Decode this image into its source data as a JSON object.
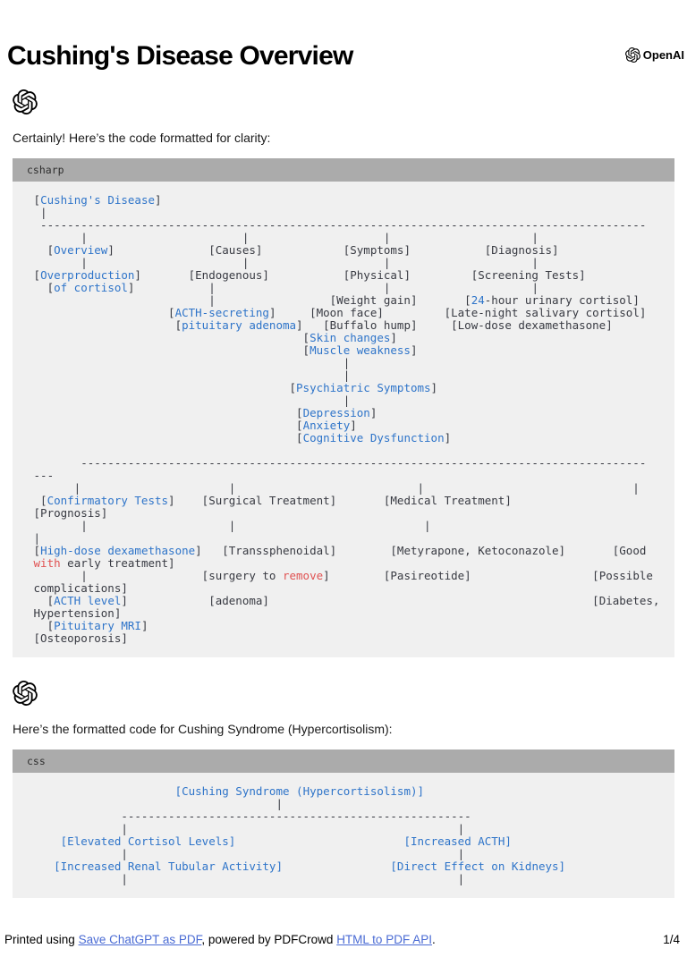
{
  "page": {
    "brand_label": "OpenAI",
    "title": "Cushing's Disease Overview",
    "footer": {
      "prefix": "Printed using ",
      "link1": "Save ChatGPT as PDF",
      "middle": ", powered by PDFCrowd ",
      "link2": "HTML to PDF API",
      "suffix": ".",
      "page_indicator": "1/4"
    }
  },
  "colors": {
    "code_blue": "#2e74c9",
    "code_red": "#e05252",
    "code_text": "#383a42",
    "code_bg": "#f0f0f0",
    "code_header_bg": "#ababab",
    "link_blue": "#4a6bd4"
  },
  "messages": [
    {
      "intro": "Certainly! Here’s the code formatted for clarity:",
      "code": {
        "language": "csharp",
        "lines": [
          [
            {
              "t": " [",
              "c": null
            },
            {
              "t": "Cushing's Disease",
              "c": "b"
            },
            {
              "t": "]",
              "c": null
            }
          ],
          [
            {
              "t": "  |",
              "c": null
            }
          ],
          [
            {
              "t": "  ------------------------------------------------------------------------------------------",
              "c": null
            }
          ],
          [
            {
              "t": "        |                       |                    |                     |",
              "c": null
            }
          ],
          [
            {
              "t": "   [",
              "c": null
            },
            {
              "t": "Overview",
              "c": "b"
            },
            {
              "t": "]              [Causes]            [Symptoms]           [Diagnosis]",
              "c": null
            }
          ],
          [
            {
              "t": "        |                       |                    |                     |",
              "c": null
            }
          ],
          [
            {
              "t": " [",
              "c": null
            },
            {
              "t": "Overproduction",
              "c": "b"
            },
            {
              "t": "]       [Endogenous]           [Physical]         [Screening Tests]",
              "c": null
            }
          ],
          [
            {
              "t": "   [",
              "c": null
            },
            {
              "t": "of cortisol",
              "c": "b"
            },
            {
              "t": "]           |                         |                     |",
              "c": null
            }
          ],
          [
            {
              "t": "                           |                 [Weight gain]       [",
              "c": null
            },
            {
              "t": "24",
              "c": "b"
            },
            {
              "t": "-hour urinary cortisol]",
              "c": null
            }
          ],
          [
            {
              "t": "                     [",
              "c": null
            },
            {
              "t": "ACTH-secreting",
              "c": "b"
            },
            {
              "t": "]     [Moon face]         [Late-night salivary cortisol]",
              "c": null
            }
          ],
          [
            {
              "t": "                      [",
              "c": null
            },
            {
              "t": "pituitary adenoma",
              "c": "b"
            },
            {
              "t": "]   [Buffalo hump]     [Low-dose dexamethasone]",
              "c": null
            }
          ],
          [
            {
              "t": "                                         [",
              "c": null
            },
            {
              "t": "Skin changes",
              "c": "b"
            },
            {
              "t": "]",
              "c": null
            }
          ],
          [
            {
              "t": "                                         [",
              "c": null
            },
            {
              "t": "Muscle weakness",
              "c": "b"
            },
            {
              "t": "]",
              "c": null
            }
          ],
          [
            {
              "t": "                                               |",
              "c": null
            }
          ],
          [
            {
              "t": "                                               |",
              "c": null
            }
          ],
          [
            {
              "t": "                                       [",
              "c": null
            },
            {
              "t": "Psychiatric Symptoms",
              "c": "b"
            },
            {
              "t": "]",
              "c": null
            }
          ],
          [
            {
              "t": "                                               |",
              "c": null
            }
          ],
          [
            {
              "t": "                                        [",
              "c": null
            },
            {
              "t": "Depression",
              "c": "b"
            },
            {
              "t": "]",
              "c": null
            }
          ],
          [
            {
              "t": "                                        [",
              "c": null
            },
            {
              "t": "Anxiety",
              "c": "b"
            },
            {
              "t": "]",
              "c": null
            }
          ],
          [
            {
              "t": "                                        [",
              "c": null
            },
            {
              "t": "Cognitive Dysfunction",
              "c": "b"
            },
            {
              "t": "]",
              "c": null
            }
          ],
          [
            {
              "t": "",
              "c": null
            }
          ],
          [
            {
              "t": "        ------------------------------------------------------------------------------------",
              "c": null
            }
          ],
          [
            {
              "t": " ---",
              "c": null
            }
          ],
          [
            {
              "t": "       |                      |                           |                               |",
              "c": null
            }
          ],
          [
            {
              "t": "  [",
              "c": null
            },
            {
              "t": "Confirmatory Tests",
              "c": "b"
            },
            {
              "t": "]    [Surgical Treatment]       [Medical Treatment]",
              "c": null
            }
          ],
          [
            {
              "t": " [Prognosis]",
              "c": null
            }
          ],
          [
            {
              "t": "        |                     |                            |",
              "c": null
            }
          ],
          [
            {
              "t": " |",
              "c": null
            }
          ],
          [
            {
              "t": " [",
              "c": null
            },
            {
              "t": "High-dose dexamethasone",
              "c": "b"
            },
            {
              "t": "]   [Transsphenoidal]        [Metyrapone, Ketoconazole]       [Good",
              "c": null
            }
          ],
          [
            {
              "t": " ",
              "c": null
            },
            {
              "t": "with",
              "c": "r"
            },
            {
              "t": " early treatment]",
              "c": null
            }
          ],
          [
            {
              "t": "        |                 [surgery to ",
              "c": null
            },
            {
              "t": "remove",
              "c": "r"
            },
            {
              "t": "]        [Pasireotide]                  [Possible",
              "c": null
            }
          ],
          [
            {
              "t": " complications]",
              "c": null
            }
          ],
          [
            {
              "t": "   [",
              "c": null
            },
            {
              "t": "ACTH level",
              "c": "b"
            },
            {
              "t": "]            [adenoma]                                                [Diabetes,",
              "c": null
            }
          ],
          [
            {
              "t": " Hypertension]",
              "c": null
            }
          ],
          [
            {
              "t": "   [",
              "c": null
            },
            {
              "t": "Pituitary MRI",
              "c": "b"
            },
            {
              "t": "]",
              "c": null
            }
          ],
          [
            {
              "t": " [Osteoporosis]",
              "c": null
            }
          ]
        ]
      }
    },
    {
      "intro": "Here’s the formatted code for Cushing Syndrome (Hypercortisolism):",
      "code": {
        "language": "css",
        "lines": [
          [
            {
              "t": "                      ",
              "c": null
            },
            {
              "t": "[Cushing Syndrome (Hypercortisolism)]",
              "c": "b"
            }
          ],
          [
            {
              "t": "                                     |",
              "c": null
            }
          ],
          [
            {
              "t": "              ----------------------------------------------------",
              "c": null
            }
          ],
          [
            {
              "t": "              |                                                 |",
              "c": null
            }
          ],
          [
            {
              "t": "     ",
              "c": null
            },
            {
              "t": "[Elevated Cortisol Levels]",
              "c": "b"
            },
            {
              "t": "                         ",
              "c": null
            },
            {
              "t": "[Increased ACTH]",
              "c": "b"
            }
          ],
          [
            {
              "t": "              |                                                 |",
              "c": null
            }
          ],
          [
            {
              "t": "    ",
              "c": null
            },
            {
              "t": "[Increased Renal Tubular Activity]",
              "c": "b"
            },
            {
              "t": "                ",
              "c": null
            },
            {
              "t": "[Direct Effect on Kidneys]",
              "c": "b"
            }
          ],
          [
            {
              "t": "              |                                                 |",
              "c": null
            }
          ]
        ]
      }
    }
  ]
}
